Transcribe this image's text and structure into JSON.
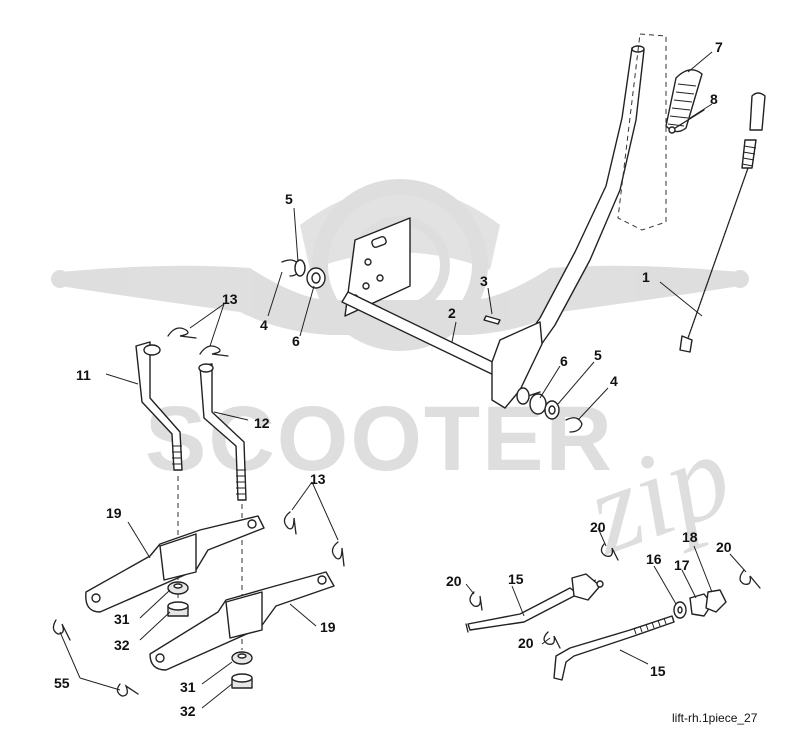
{
  "watermark": {
    "brand_text": "SCOOTER",
    "script_text": "zip",
    "color": "#d9d9d9"
  },
  "callouts": [
    {
      "id": "c7",
      "label": "7"
    },
    {
      "id": "c8",
      "label": "8"
    },
    {
      "id": "c1",
      "label": "1"
    },
    {
      "id": "c5a",
      "label": "5"
    },
    {
      "id": "c4a",
      "label": "4"
    },
    {
      "id": "c6a",
      "label": "6"
    },
    {
      "id": "c3",
      "label": "3"
    },
    {
      "id": "c2",
      "label": "2"
    },
    {
      "id": "c6b",
      "label": "6"
    },
    {
      "id": "c5b",
      "label": "5"
    },
    {
      "id": "c4b",
      "label": "4"
    },
    {
      "id": "c13a",
      "label": "13"
    },
    {
      "id": "c11",
      "label": "11"
    },
    {
      "id": "c12",
      "label": "12"
    },
    {
      "id": "c13b",
      "label": "13"
    },
    {
      "id": "c19a",
      "label": "19"
    },
    {
      "id": "c31a",
      "label": "31"
    },
    {
      "id": "c32a",
      "label": "32"
    },
    {
      "id": "c19b",
      "label": "19"
    },
    {
      "id": "c55",
      "label": "55"
    },
    {
      "id": "c31b",
      "label": "31"
    },
    {
      "id": "c32b",
      "label": "32"
    },
    {
      "id": "c20a",
      "label": "20"
    },
    {
      "id": "c20b",
      "label": "20"
    },
    {
      "id": "c15a",
      "label": "15"
    },
    {
      "id": "c16",
      "label": "16"
    },
    {
      "id": "c17",
      "label": "17"
    },
    {
      "id": "c18",
      "label": "18"
    },
    {
      "id": "c20c",
      "label": "20"
    },
    {
      "id": "c20d",
      "label": "20"
    },
    {
      "id": "c15b",
      "label": "15"
    }
  ],
  "caption": "lift-rh.1piece_27"
}
